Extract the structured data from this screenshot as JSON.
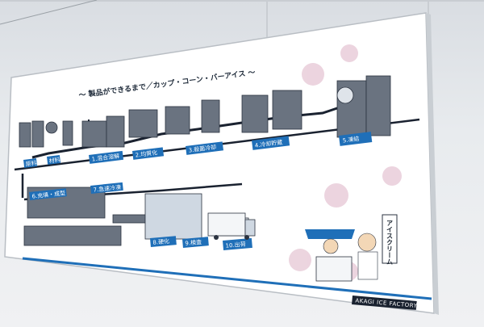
{
  "poster": {
    "title": "～ 製品ができるまで／カップ・コーン・バーアイス ～",
    "factory_name": "AKAGI ICE FACTORY",
    "shop_sign": "アイスクリーム",
    "steps_top": [
      {
        "label": "原料"
      },
      {
        "label": "材料"
      },
      {
        "label": "1.混合溶解"
      },
      {
        "label": "2.均質化"
      },
      {
        "label": "3.殺菌冷却"
      },
      {
        "label": "4.冷却貯蔵"
      },
      {
        "label": "5.凍結"
      }
    ],
    "steps_bottom": [
      {
        "label": "6.充填・成型"
      },
      {
        "label": "7.急速冷凍"
      },
      {
        "label": "8.硬化"
      },
      {
        "label": "9.検査"
      },
      {
        "label": "10.出荷"
      }
    ]
  },
  "colors": {
    "label_bg": "#1f6fb8",
    "pipe": "#1a2230",
    "machine": "#5b6472",
    "blossom": "#e8c8d6",
    "accent_bar": "#1f6fb8"
  }
}
